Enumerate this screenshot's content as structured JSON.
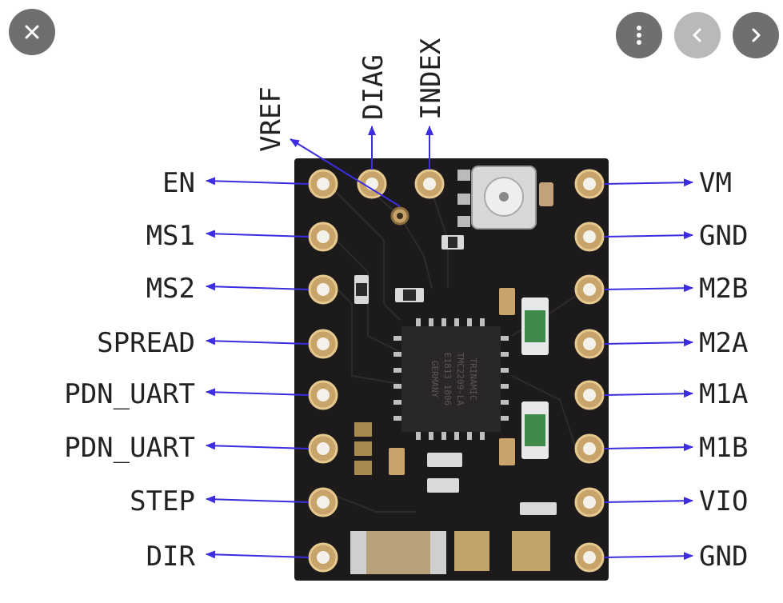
{
  "controls": {
    "close_icon": "close-icon",
    "more_icon": "more-vertical-icon",
    "prev_icon": "chevron-left-icon",
    "next_icon": "chevron-right-icon"
  },
  "diagram": {
    "top_labels": [
      "VREF",
      "DIAG",
      "INDEX"
    ],
    "left_labels": [
      "EN",
      "MS1",
      "MS2",
      "SPREAD",
      "PDN_UART",
      "PDN_UART",
      "STEP",
      "DIR"
    ],
    "right_labels": [
      "VM",
      "GND",
      "M2B",
      "M2A",
      "M1A",
      "M1B",
      "VIO",
      "GND"
    ],
    "chip_text": [
      "TRINAMIC",
      "TMC2209-LA",
      "E1813 1806",
      "GERMANY"
    ],
    "arrow_color": "#3c2ee0",
    "board_color": "#1c1a1b"
  }
}
